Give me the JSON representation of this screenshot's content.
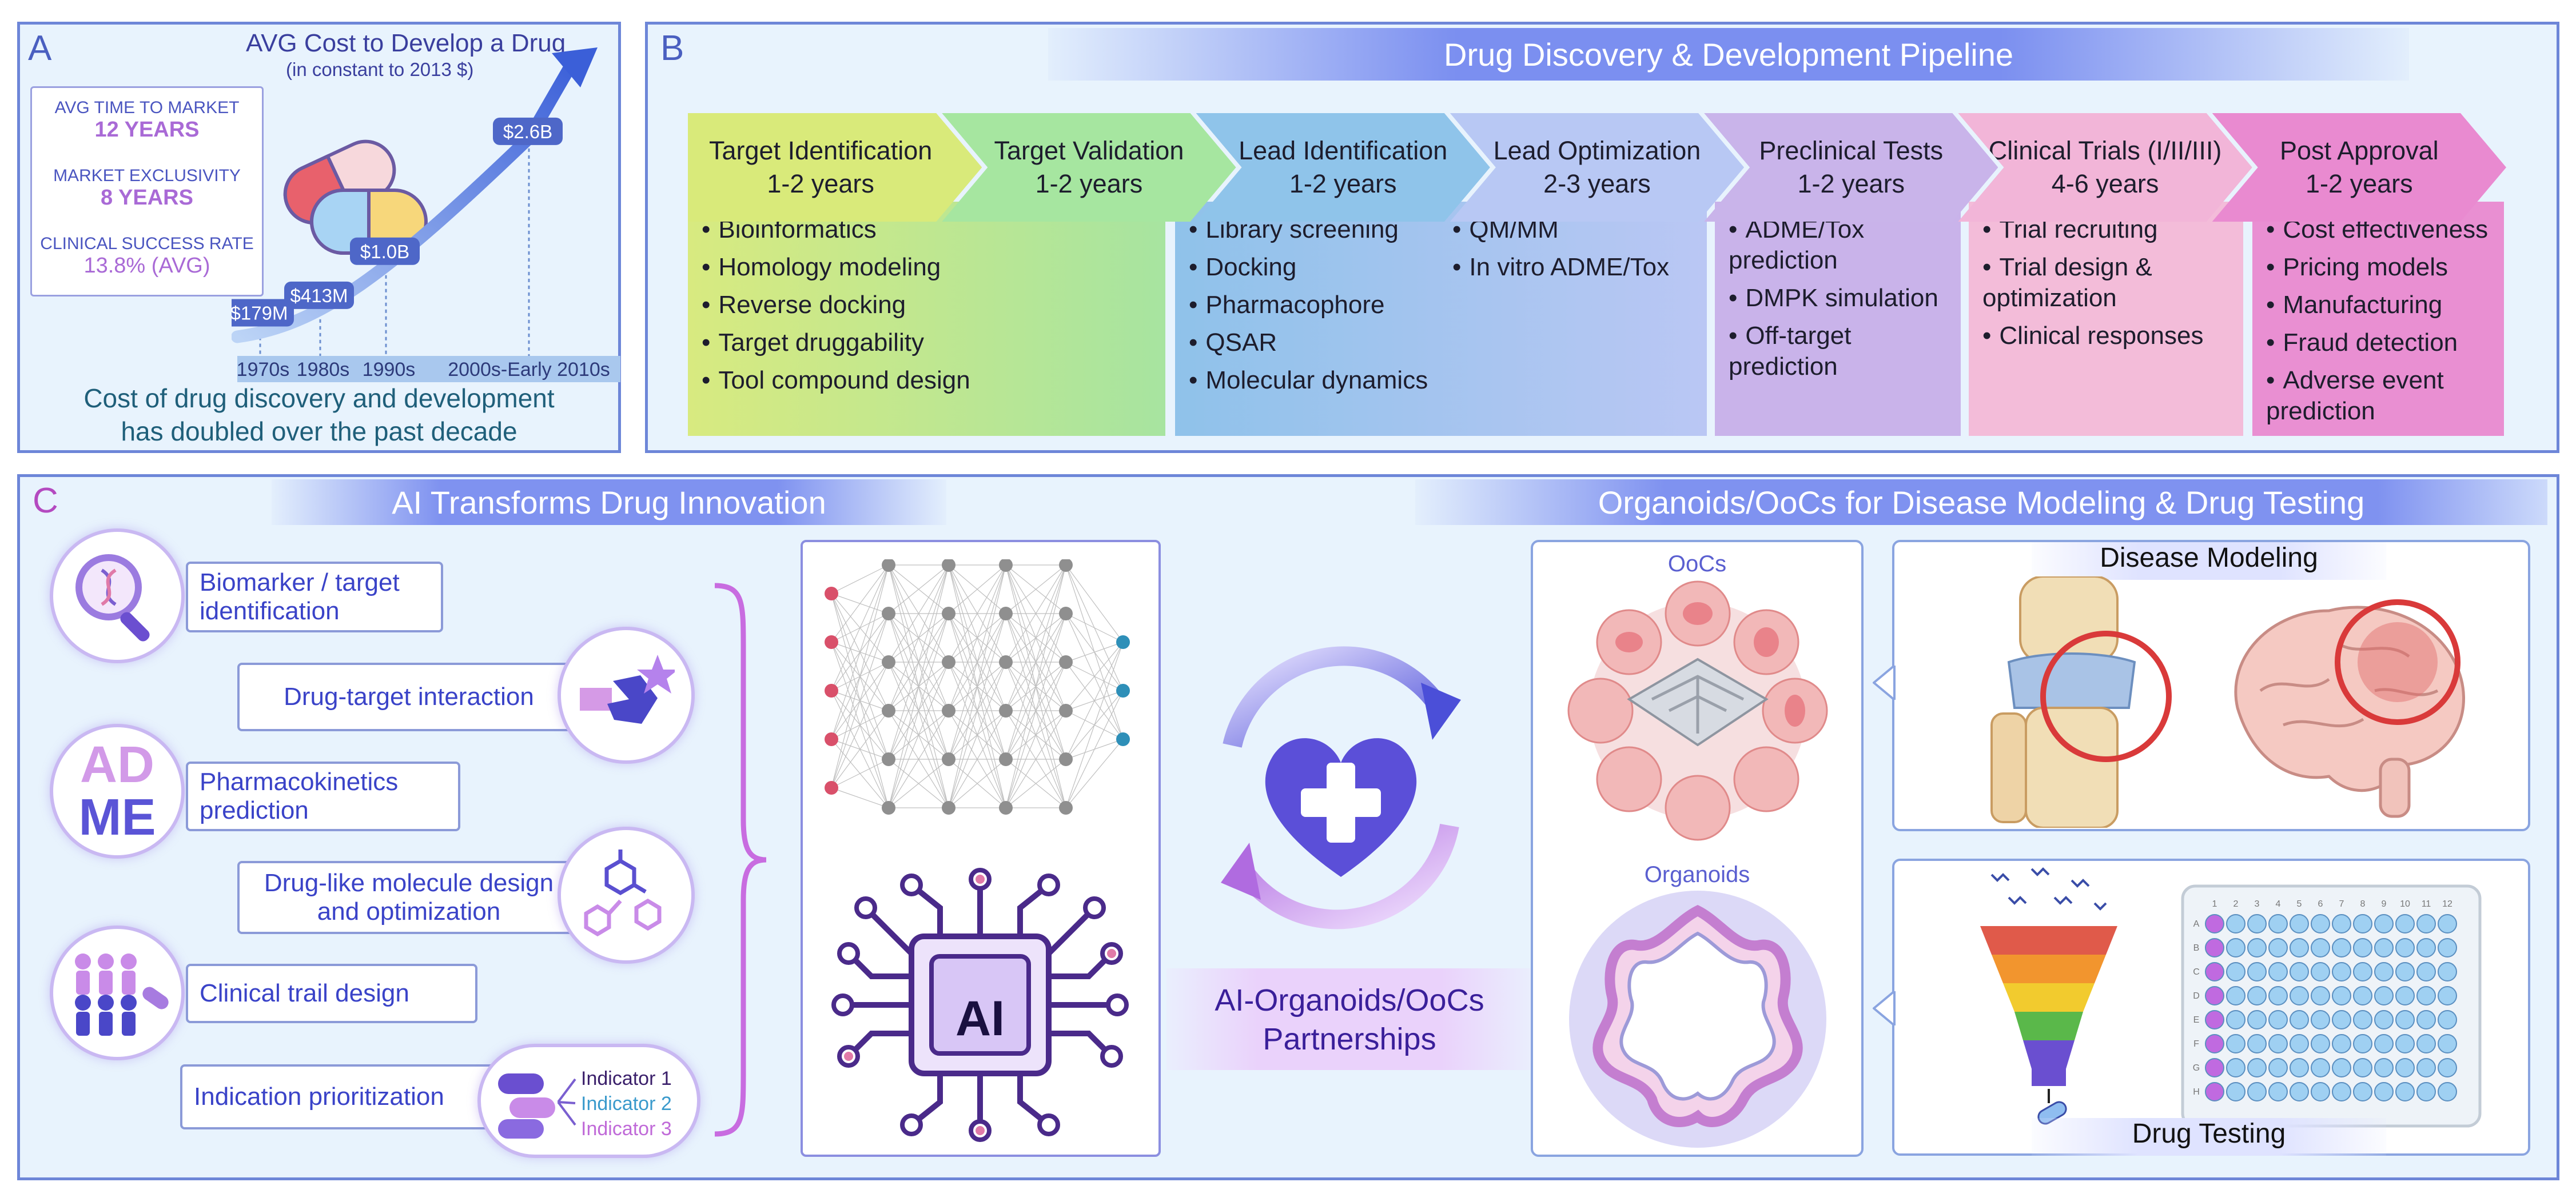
{
  "panelA": {
    "label": "A",
    "chart_title": "AVG Cost to Develop a Drug",
    "chart_subtitle": "(in constant to 2013 $)",
    "stats": [
      {
        "name": "AVG TIME TO MARKET",
        "value": "12 YEARS"
      },
      {
        "name": "MARKET EXCLUSIVITY",
        "value": "8 YEARS"
      },
      {
        "name": "CLINICAL SUCCESS RATE",
        "value": "13.8% (AVG)"
      }
    ],
    "caption": "Cost of drug discovery and development has doubled over the past decade",
    "caption_line1": "Cost of drug discovery and development",
    "caption_line2": "has doubled over the past decade"
  },
  "chart_data": {
    "type": "line",
    "title": "AVG Cost to Develop a Drug",
    "subtitle": "(in constant to 2013 $)",
    "categories": [
      "1970s",
      "1980s",
      "1990s",
      "2000s-Early 2010s"
    ],
    "values": [
      0.179,
      0.413,
      1.0,
      2.6
    ],
    "value_labels": [
      "$179M",
      "$413M",
      "$1.0B",
      "$2.6B"
    ],
    "xlabel": "",
    "ylabel": ""
  },
  "panelB": {
    "label": "B",
    "title": "Drug Discovery & Development Pipeline",
    "stages": [
      {
        "name": "Target Identification",
        "duration": "1-2 years",
        "color": "#d9ea7a"
      },
      {
        "name": "Target Validation",
        "duration": "1-2 years",
        "color": "#a6e6a0"
      },
      {
        "name": "Lead Identification",
        "duration": "1-2 years",
        "color": "#8fc4ea"
      },
      {
        "name": "Lead Optimization",
        "duration": "2-3 years",
        "color": "#b8c8f4"
      },
      {
        "name": "Preclinical Tests",
        "duration": "1-2 years",
        "color": "#c9b4ea"
      },
      {
        "name": "Clinical Trials (I/II/III)",
        "duration": "4-6 years",
        "color": "#f2b5d8"
      },
      {
        "name": "Post Approval",
        "duration": "1-2 years",
        "color": "#e98ad0"
      }
    ],
    "tasks": {
      "target": [
        "Bioinformatics",
        "Homology modeling",
        "Reverse docking",
        "Target druggability",
        "Tool compound design"
      ],
      "lead_a": [
        "Library screening",
        "Docking",
        "Pharmacophore",
        "QSAR",
        "Molecular dynamics"
      ],
      "lead_b": [
        "QM/MM",
        "In vitro ADME/Tox"
      ],
      "preclinical": [
        "ADME/Tox prediction",
        "DMPK simulation",
        "Off-target prediction"
      ],
      "clinical": [
        "Trial recruiting",
        "Trial design & optimization",
        "Clinical responses"
      ],
      "post": [
        "Cost effectiveness",
        "Pricing models",
        "Manufacturing",
        "Fraud detection",
        "Adverse event prediction"
      ]
    }
  },
  "panelC": {
    "label": "C",
    "ai_title": "AI Transforms Drug Innovation",
    "org_title": "Organoids/OoCs for Disease Modeling & Drug Testing",
    "ai_items": [
      "Biomarker / target identification",
      "Drug-target interaction",
      "Pharmacokinetics prediction",
      "Drug-like molecule design and optimization",
      "Clinical trail design",
      "Indication prioritization"
    ],
    "adme_top": "AD",
    "adme_bottom": "ME",
    "ai_chip": "AI",
    "indicators": [
      "Indicator 1",
      "Indicator 2",
      "Indicator 3"
    ],
    "partnership": "AI-Organoids/OoCs Partnerships",
    "partnership_line1": "AI-Organoids/OoCs",
    "partnership_line2": "Partnerships",
    "oocs_label": "OoCs",
    "organoids_label": "Organoids",
    "disease_modeling": "Disease Modeling",
    "drug_testing": "Drug Testing",
    "plate_cols": [
      "1",
      "2",
      "3",
      "4",
      "5",
      "6",
      "7",
      "8",
      "9",
      "10",
      "11",
      "12"
    ],
    "plate_rows": [
      "A",
      "B",
      "C",
      "D",
      "E",
      "F",
      "G",
      "H"
    ]
  }
}
